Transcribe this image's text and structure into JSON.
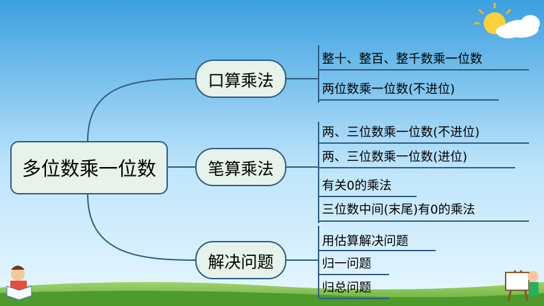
{
  "root": {
    "label": "多位数乘一位数"
  },
  "branches": [
    {
      "label": "口算乘法",
      "items": [
        "整十、整百、整千数乘一位数",
        "两位数乘一位数(不进位)"
      ]
    },
    {
      "label": "笔算乘法",
      "items": [
        "两、三位数乘一位数(不进位)",
        "两、三位数乘一位数(进位)",
        "有关0的乘法",
        "三位数中间(末尾)有0的乘法"
      ]
    },
    {
      "label": "解决问题",
      "items": [
        "用估算解决问题",
        "归一问题",
        "归总问题"
      ]
    }
  ],
  "colors": {
    "sky_top": "#3ba0e0",
    "sky_bottom": "#d9f0ff",
    "grass": "#7cc24a",
    "node_fill": "#e6f2ea",
    "line": "#2f5e86"
  },
  "decorations": [
    "sun-cloud-icon",
    "child-reading-icon",
    "child-painting-icon"
  ]
}
